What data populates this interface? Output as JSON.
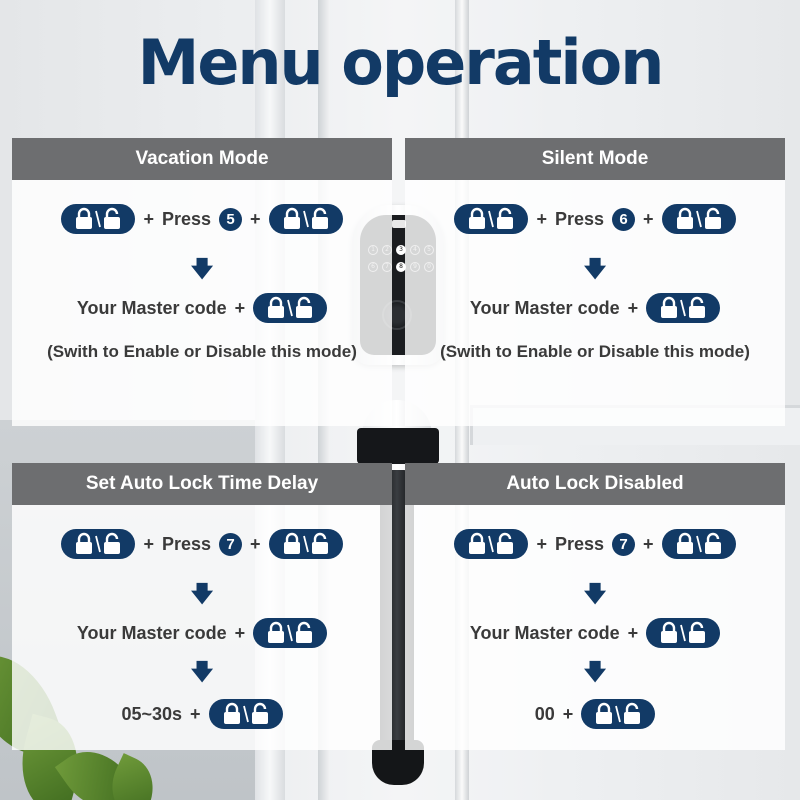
{
  "title": "Menu operation",
  "colors": {
    "accent": "#123a66",
    "header_bg": "#6d6e70"
  },
  "icons": {
    "lock_unlock": "lock-unlock-icon",
    "arrow_down": "arrow-down-icon"
  },
  "plus": "+",
  "press": "Press",
  "master_code": "Your Master code",
  "keypad": [
    "1",
    "2",
    "3",
    "4",
    "5",
    "6",
    "7",
    "8",
    "9",
    "0"
  ],
  "cards": [
    {
      "header": "Vacation Mode",
      "key": "5",
      "note": "(Swith to Enable or Disable this mode)"
    },
    {
      "header": "Silent Mode",
      "key": "6",
      "note": "(Swith to Enable or Disable this mode)"
    },
    {
      "header": "Set Auto Lock Time Delay",
      "key": "7",
      "value": "05~30s"
    },
    {
      "header": "Auto Lock Disabled",
      "key": "7",
      "value": "00"
    }
  ]
}
